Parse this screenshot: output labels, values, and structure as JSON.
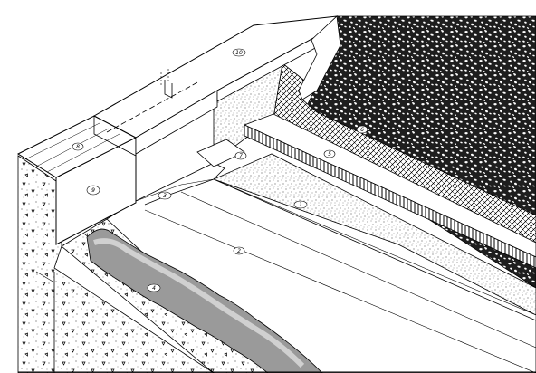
{
  "diagram": {
    "callouts": [
      {
        "id": "c1",
        "label": "8"
      },
      {
        "id": "c2",
        "label": "9"
      },
      {
        "id": "c3",
        "label": "10"
      },
      {
        "id": "c4",
        "label": "6"
      },
      {
        "id": "c5",
        "label": "5"
      },
      {
        "id": "c6",
        "label": "7"
      },
      {
        "id": "c7",
        "label": "3"
      },
      {
        "id": "c8",
        "label": "1"
      },
      {
        "id": "c9",
        "label": "2"
      },
      {
        "id": "c10",
        "label": "4"
      }
    ]
  }
}
